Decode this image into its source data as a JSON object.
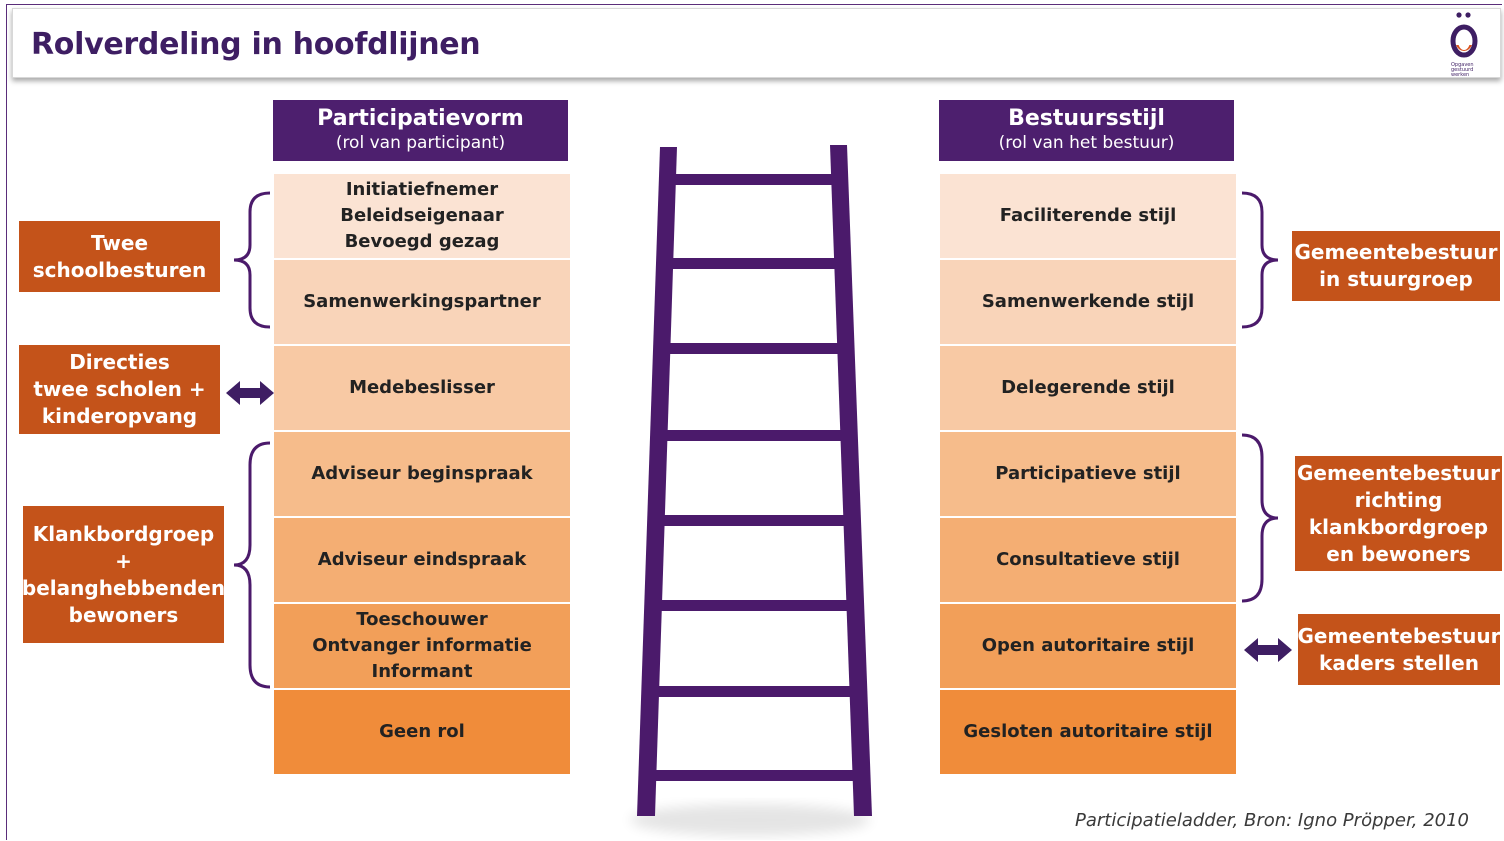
{
  "title": "Rolverdeling in hoofdlijnen",
  "logo": {
    "text": "Opgaven gestuurd werken"
  },
  "left_column": {
    "header_title": "Participatievorm",
    "header_subtitle": "(rol van participant)",
    "cells": [
      "Initiatiefnemer\nBeleidseigenaar\nBevoegd gezag",
      "Samenwerkingspartner",
      "Medebeslisser",
      "Adviseur beginspraak",
      "Adviseur eindspraak",
      "Toeschouwer\nOntvanger informatie\nInformant",
      "Geen rol"
    ]
  },
  "right_column": {
    "header_title": "Bestuursstijl",
    "header_subtitle": "(rol van het bestuur)",
    "cells": [
      "Faciliterende stijl",
      "Samenwerkende stijl",
      "Delegerende stijl",
      "Participatieve stijl",
      "Consultatieve stijl",
      "Open autoritaire stijl",
      "Gesloten autoritaire stijl"
    ]
  },
  "left_boxes": [
    "Twee\nschoolbesturen",
    "Directies\ntwee scholen +\nkinderopvang",
    "Klankbordgroep\n+\nbelanghebbenden\nbewoners"
  ],
  "right_boxes": [
    "Gemeentebestuur\nin stuurgroep",
    "Gemeentebestuur\nrichting\nklankbordgroep\nen bewoners",
    "Gemeentebestuur\nkaders stellen"
  ],
  "caption": "Participatieladder,  Bron: Igno Pröpper, 2010",
  "colors": {
    "header": "#4d1f6e",
    "accent_box": "#c4531a",
    "ladder": "#4b1a6b",
    "cell_gradient": [
      "#fbe3d3",
      "#f9d4b9",
      "#f8c9a4",
      "#f6bc8b",
      "#f4ae73",
      "#f29f59",
      "#f08c3a"
    ]
  }
}
